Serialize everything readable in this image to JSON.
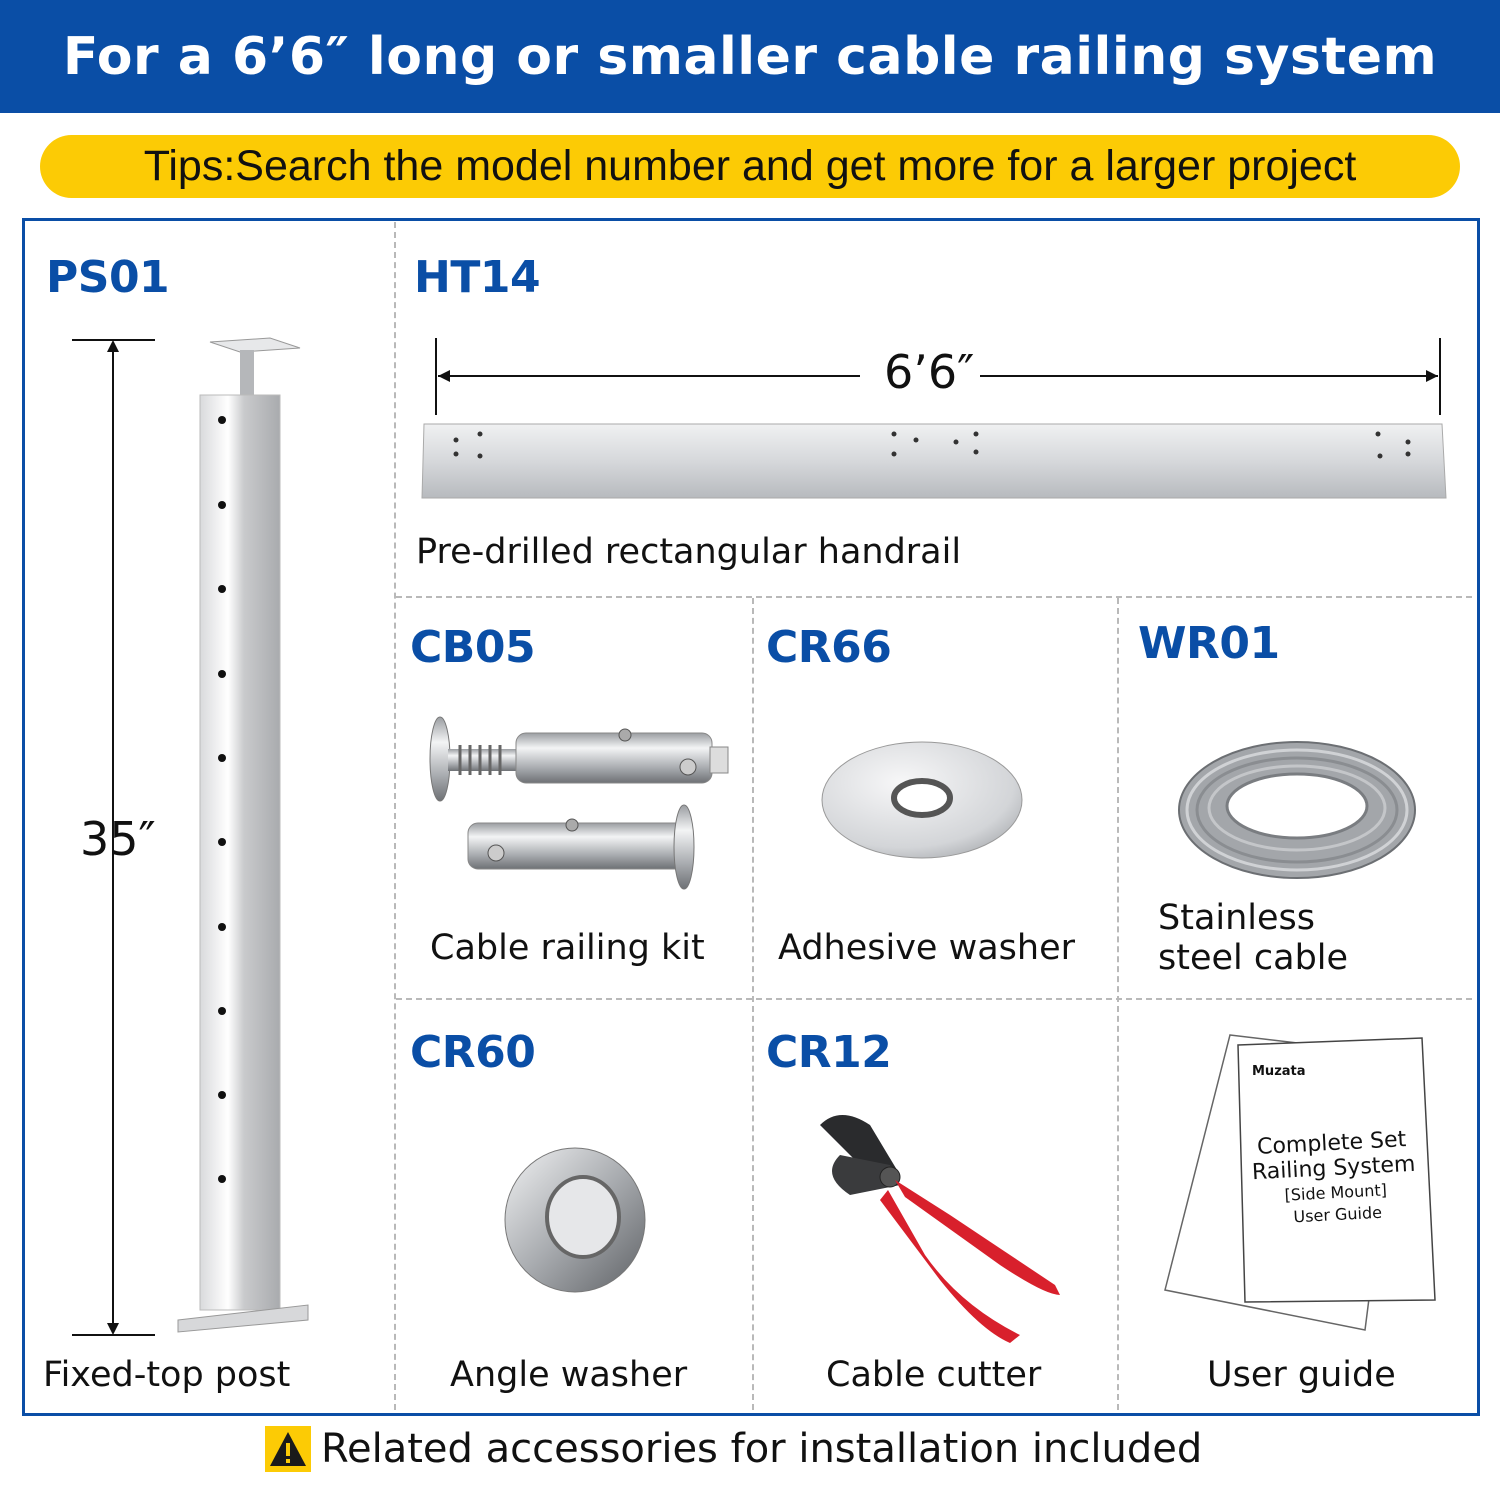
{
  "header": {
    "title": "For a 6’6″ long or smaller cable railing system",
    "bg_color": "#0a4ea6"
  },
  "tips": {
    "text": "Tips:Search the model number and get more for a larger project",
    "bg_color": "#fccb05"
  },
  "products": {
    "post": {
      "code": "PS01",
      "label": "Fixed-top post",
      "dimension": "35″"
    },
    "handrail": {
      "code": "HT14",
      "label": "Pre-drilled rectangular handrail",
      "dimension": "6’6″"
    },
    "kit": {
      "code": "CB05",
      "label": "Cable railing kit"
    },
    "adhesive_washer": {
      "code": "CR66",
      "label": "Adhesive washer"
    },
    "cable": {
      "code": "WR01",
      "label_line1": "Stainless",
      "label_line2": "steel cable"
    },
    "angle_washer": {
      "code": "CR60",
      "label": "Angle washer"
    },
    "cutter": {
      "code": "CR12",
      "label": "Cable cutter"
    },
    "guide": {
      "label": "User guide",
      "brand": "Muzata",
      "line1": "Complete Set",
      "line2": "Railing System",
      "line3": "[Side Mount]",
      "line4": "User Guide"
    }
  },
  "footer": {
    "icon": "warning-icon",
    "text": "Related accessories for installation included"
  },
  "colors": {
    "accent": "#0a4ea6",
    "highlight": "#fccb05"
  }
}
